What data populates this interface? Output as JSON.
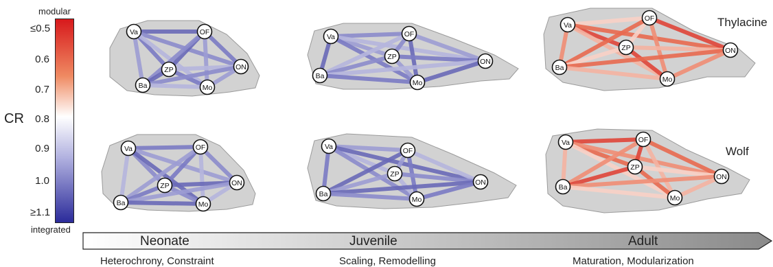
{
  "legend": {
    "metric": "CR",
    "top_label": "modular",
    "bottom_label": "integrated",
    "ticks": [
      "≤0.5",
      "0.6",
      "0.7",
      "0.8",
      "0.9",
      "1.0",
      "≥1.1"
    ],
    "colors": {
      "modular": "#d7191c",
      "neutral": "#ffffff",
      "integrated": "#2b2b9a"
    }
  },
  "species": [
    "Thylacine",
    "Wolf"
  ],
  "modules": [
    "Va",
    "OF",
    "ZP",
    "ON",
    "Ba",
    "Mo"
  ],
  "stages": [
    {
      "name": "Neonate",
      "process": "Heterochrony, Constraint"
    },
    {
      "name": "Juvenile",
      "process": "Scaling, Remodelling"
    },
    {
      "name": "Adult",
      "process": "Maturation, Modularization"
    }
  ]
}
